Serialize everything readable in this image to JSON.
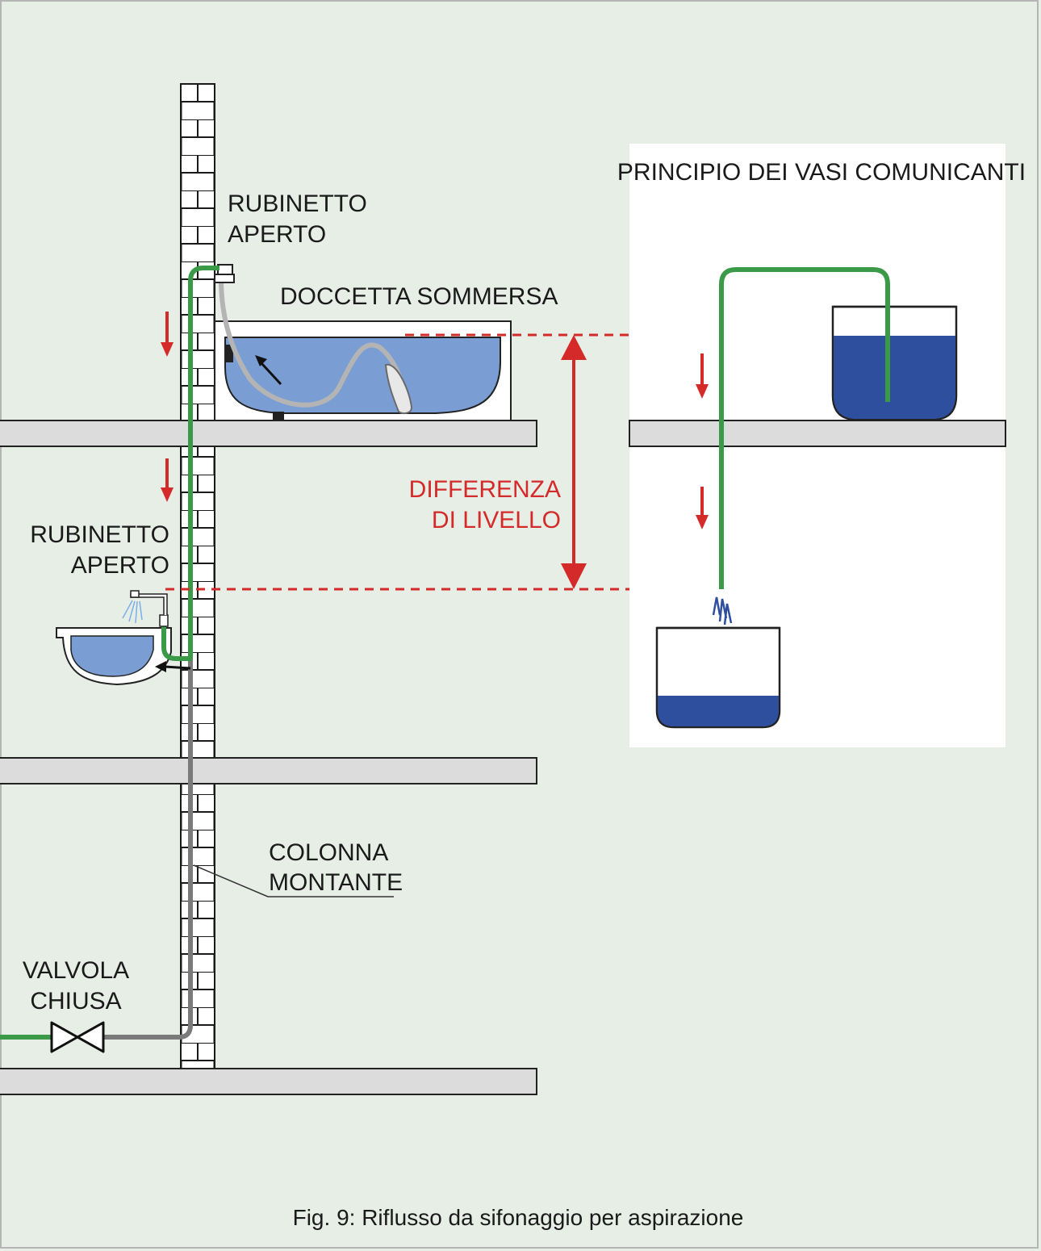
{
  "labels": {
    "rubinetto_top_line1": "RUBINETTO",
    "rubinetto_top_line2": "APERTO",
    "doccetta": "DOCCETTA SOMMERSA",
    "rubinetto_mid_line1": "RUBINETTO",
    "rubinetto_mid_line2": "APERTO",
    "differenza_line1": "DIFFERENZA",
    "differenza_line2": "DI LIVELLO",
    "colonna_line1": "COLONNA",
    "colonna_line2": "MONTANTE",
    "valvola_line1": "VALVOLA",
    "valvola_line2": "CHIUSA",
    "principio": "PRINCIPIO DEI VASI COMUNICANTI"
  },
  "caption": "Fig. 9: Riflusso da sifonaggio per aspirazione",
  "colors": {
    "background": "#e6eee6",
    "floor_slab": "#dcdcdc",
    "pipe_green": "#3a9a48",
    "pipe_gray": "#7a7a7a",
    "water_light": "#7a9ed4",
    "water_dark": "#2e4f9e",
    "accent_red": "#d42a2a"
  }
}
